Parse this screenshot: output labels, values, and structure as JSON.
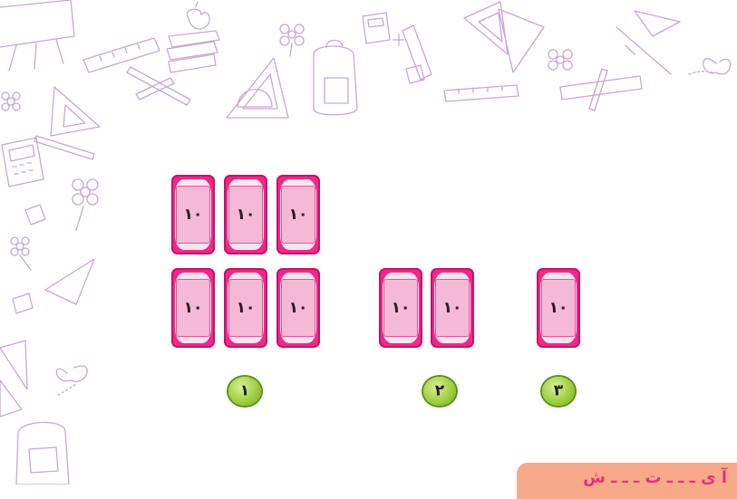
{
  "cards": [
    {
      "value": "۱۰"
    },
    {
      "value": "۱۰"
    },
    {
      "value": "۱۰"
    },
    {
      "value": "۱۰"
    },
    {
      "value": "۱۰"
    },
    {
      "value": "۱۰"
    },
    {
      "value": "۱۰"
    },
    {
      "value": "۱۰"
    },
    {
      "value": "۱۰"
    }
  ],
  "options": [
    {
      "number": "۱"
    },
    {
      "number": "۲"
    },
    {
      "number": "۳"
    }
  ],
  "banner": {
    "text": "آ ی ـ ـ ـ ت ـ ـ ـ ش"
  },
  "colors": {
    "card": "#ee2a86",
    "card_inner": "#f4b9d4",
    "badge": "#9ccc3a",
    "doodle": "#c9a6d6",
    "banner": "#f7a98a"
  }
}
